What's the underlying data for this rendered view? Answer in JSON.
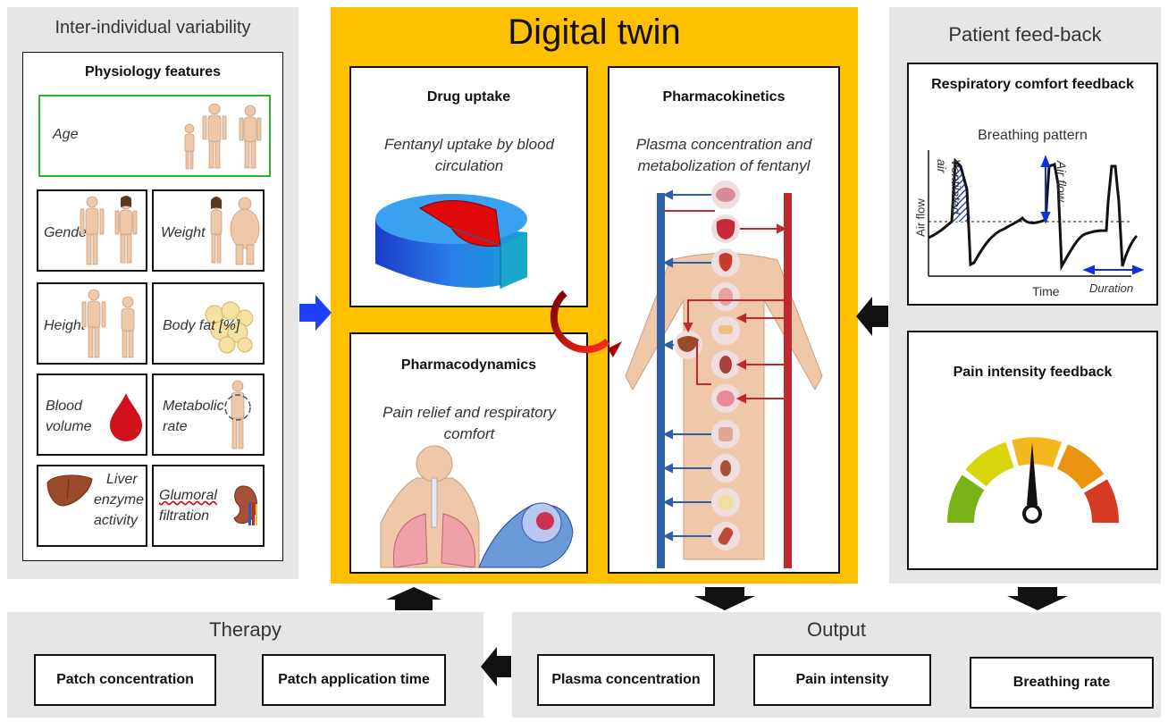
{
  "variability": {
    "title": "Inter-individual variability",
    "physiology_title": "Physiology features",
    "features": {
      "age": "Age",
      "gender": "Gender",
      "weight": "Weight",
      "height": "Height",
      "body_fat": "Body fat [%]",
      "blood_volume_1": "Blood",
      "blood_volume_2": "volume",
      "metabolic_1": "Metabolic",
      "metabolic_2": "rate",
      "liver_1": "Liver",
      "liver_2": "enzyme",
      "liver_3": "activity",
      "glumoral_1": "Glumoral",
      "glumoral_2": "filtration"
    }
  },
  "twin": {
    "title": "Digital twin",
    "uptake": {
      "title": "Drug uptake",
      "desc": "Fentanyl uptake by blood circulation"
    },
    "pk": {
      "title": "Pharmacokinetics",
      "desc": "Plasma concentration and metabolization of fentanyl"
    },
    "pd": {
      "title": "Pharmacodynamics",
      "desc": "Pain relief and respiratory comfort"
    }
  },
  "feedback": {
    "title": "Patient feed-back",
    "resp": {
      "title": "Respiratory comfort feedback",
      "subtitle": "Breathing pattern",
      "ylabel": "Air flow",
      "xlabel": "Time",
      "ventilated": "Ventilated air",
      "airflow": "Air flow",
      "duration": "Duration"
    },
    "pain": {
      "title": "Pain intensity feedback"
    }
  },
  "therapy": {
    "title": "Therapy",
    "items": [
      "Patch concentration",
      "Patch application time"
    ]
  },
  "output": {
    "title": "Output",
    "items": [
      "Plasma concentration",
      "Pain intensity",
      "Breathing rate"
    ]
  },
  "colors": {
    "twin_bg": "#ffc000",
    "grey_panel": "#e6e6e6",
    "arrow_blue": "#1f3fff",
    "vessel_blue": "#2e5fa8",
    "vessel_red": "#c0282d",
    "gauge": [
      "#79b317",
      "#d7d60d",
      "#f2b81d",
      "#e89411",
      "#d63a22"
    ]
  }
}
